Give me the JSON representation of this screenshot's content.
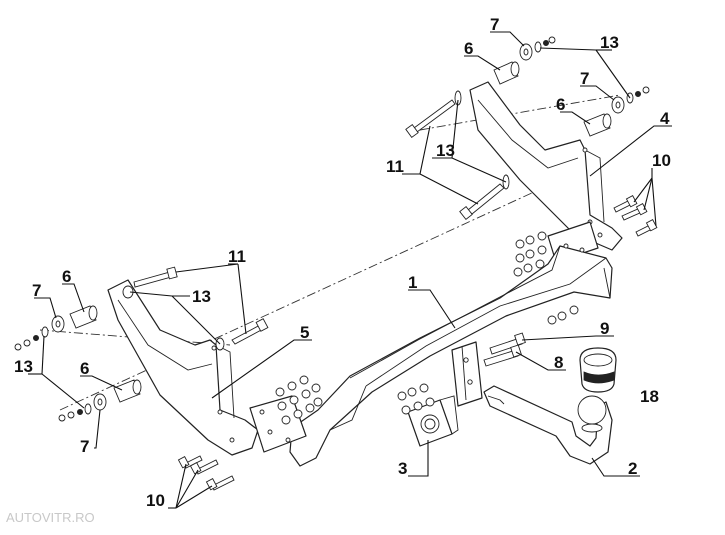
{
  "callouts": {
    "c1": "1",
    "c2": "2",
    "c3": "3",
    "c4": "4",
    "c5": "5",
    "c6a": "6",
    "c6b": "6",
    "c6c": "6",
    "c6d": "6",
    "c7a": "7",
    "c7b": "7",
    "c7c": "7",
    "c7d": "7",
    "c8": "8",
    "c9": "9",
    "c10a": "10",
    "c10b": "10",
    "c11a": "11",
    "c11b": "11",
    "c13a": "13",
    "c13b": "13",
    "c13c": "13",
    "c13d": "13",
    "c18": "18"
  },
  "watermark": "AUTOVITR.RO"
}
